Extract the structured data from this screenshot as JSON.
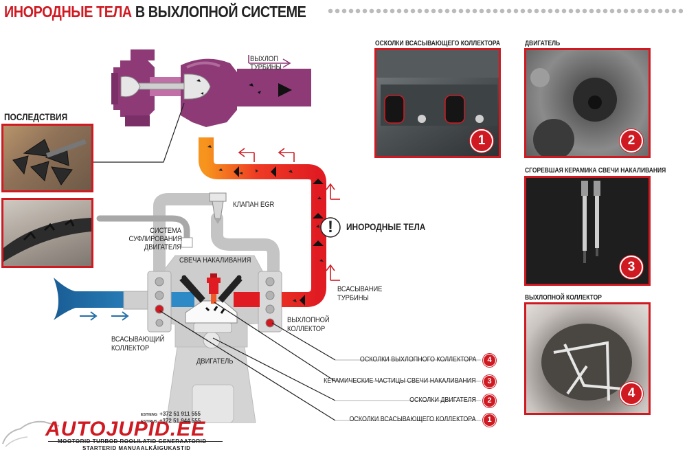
{
  "title": {
    "part1": "ИНОРОДНЫЕ ТЕЛА",
    "part2": "В ВЫХЛОПНОЙ СИСТЕМЕ"
  },
  "diagram": {
    "turbine_exhaust": "ВЫХЛОП ТУРБИНЫ",
    "consequences": "ПОСЛЕДСТВИЯ",
    "egr_valve": "КЛАПАН EGR",
    "breather": "СИСТЕМА СУФЛИРОВАНИЯ ДВИГАТЕЛЯ",
    "glow_plug": "СВЕЧА НАКАЛИВАНИЯ",
    "foreign_bodies": "ИНОРОДНЫЕ ТЕЛА",
    "turbine_intake": "ВСАСЫВАНИЕ ТУРБИНЫ",
    "exhaust_manifold": "ВЫХЛОПНОЙ КОЛЛЕКТОР",
    "intake_manifold": "ВСАСЫВАЮЩИЙ КОЛЛЕКТОР",
    "engine": "ДВИГАТЕЛЬ",
    "exclamation": "!"
  },
  "legend": [
    {
      "text": "ОСКОЛКИ ВЫХЛОПНОГО КОЛЛЕКТОРА",
      "num": "4"
    },
    {
      "text": "КЕРАМИЧЕСКИЕ ЧАСТИЦЫ СВЕЧИ НАКАЛИВАНИЯ",
      "num": "3"
    },
    {
      "text": "ОСКОЛКИ ДВИГАТЕЛЯ",
      "num": "2"
    },
    {
      "text": "ОСКОЛКИ ВСАСЫВАЮЩЕГО КОЛЛЕКТОРА",
      "num": "1"
    }
  ],
  "photos": [
    {
      "title": "ОСКОЛКИ ВСАСЫВАЮЩЕГО КОЛЛЕКТОРА",
      "num": "1"
    },
    {
      "title": "ДВИГАТЕЛЬ",
      "num": "2"
    },
    {
      "title": "СГОРЕВШАЯ КЕРАМИКА СВЕЧИ НАКАЛИВАНИЯ",
      "num": "3"
    },
    {
      "title": "ВЫХЛОПНОЙ КОЛЛЕКТОР",
      "num": "4"
    }
  ],
  "logo": {
    "name": "AUTOJUPID.EE",
    "line1": "MOOTORID TURBOD ROOLILATID GENERAATORID",
    "line2": "STARTERID MANUAALKÄIGUKASTID",
    "phones": [
      {
        "tag": "EST/ENG",
        "number": "+372 51 911 555"
      },
      {
        "tag": "EST/RUS",
        "number": "+372 51 944 555"
      }
    ]
  },
  "colors": {
    "accent": "#d01a22",
    "turbo": "#8d3a77",
    "intake": "#2270a8",
    "engine": "#c9c9c9"
  }
}
